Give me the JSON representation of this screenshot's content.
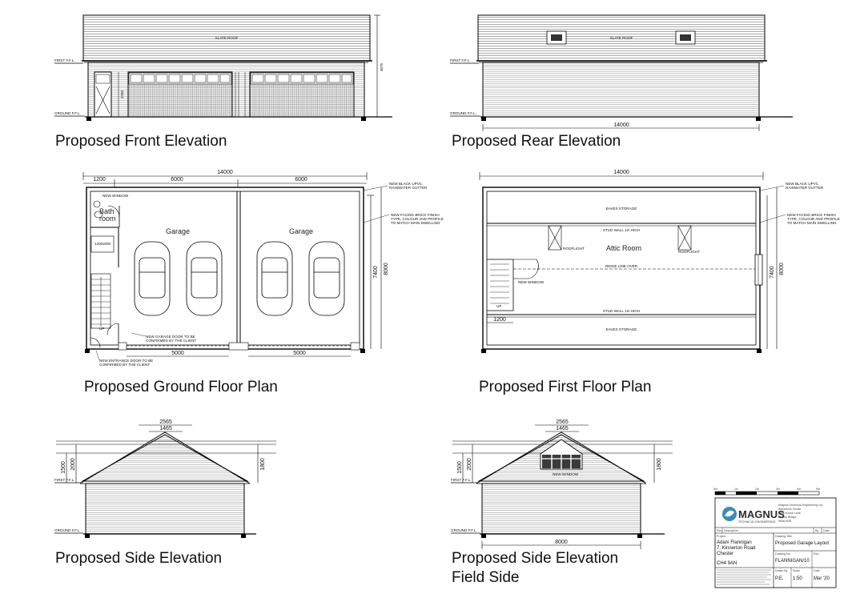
{
  "captions": {
    "front": "Proposed Front Elevation",
    "rear": "Proposed Rear Elevation",
    "ground": "Proposed Ground Floor Plan",
    "first": "Proposed First Floor Plan",
    "side": "Proposed Side Elevation",
    "side_field_1": "Proposed Side Elevation",
    "side_field_2": "Field Side"
  },
  "labels": {
    "slate_roof": "SLATE ROOF",
    "first_ffl": "FIRST F.F.L.",
    "ground_ffl": "GROUND F.F.L.",
    "garage": "Garage",
    "bath": "Bath",
    "room": "room",
    "attic_room": "Attic Room",
    "eaves_storage": "EAVES STORAGE",
    "stud_wall": "STUD WALL 1m HIGH",
    "ridge_line": "RIDGE LINE OVER",
    "new_window": "NEW WINDOW",
    "shower": "1200x800",
    "up": "UP",
    "garage_doors_1": "NEW GARAGE DOOR TO BE",
    "garage_doors_2": "CONFIRMED BY THE CLIENT",
    "entrance_door_1": "NEW ENTRANCE DOOR TO BE",
    "entrance_door_2": "CONFIRMED BY THE CLIENT",
    "gutter_1": "NEW BLACK UPVC",
    "gutter_2": "RAINWATER GUTTER",
    "facing_1": "NEW FACING BRICK FINISH",
    "facing_2": "TYPE, COLOUR AND PROFILE",
    "facing_3": "TO MATCH MAIN DWELLING",
    "velux": "ROOFLIGHT"
  },
  "dims": {
    "front_height": "4875",
    "front_door_h": "2250",
    "width": "14000",
    "d1200": "1200",
    "d6000a": "6000",
    "d6000b": "6000",
    "d5000a": "5000",
    "d5000b": "5000",
    "d7400": "7400",
    "d8000": "8000",
    "d2565": "2565",
    "d1465": "1465",
    "d1500": "1500",
    "d2000": "2000",
    "d1800": "1800"
  },
  "scale_bar": [
    "0m",
    "1m",
    "2m",
    "3m",
    "4m",
    "5m"
  ],
  "title_block": {
    "company": "MAGNUS",
    "company_sub": "TECHNICAL ENGINEERING",
    "address": [
      "Magnus Technical Engineering Ltd.",
      "Blackthorn House",
      "Stud House Lane",
      "Appley Bridge",
      "WN6 9DB"
    ],
    "rev_header": [
      "Rev.",
      "Description",
      "By",
      "Date"
    ],
    "project_label": "Project",
    "project": [
      "Adam Flannigan",
      "7, Kinnerton Road",
      "Chester",
      "",
      "CH4 9AN"
    ],
    "drawing_title_label": "Drawing Title",
    "drawing_title": "Proposed Garage Layout",
    "drawing_no_label": "Drawing No.",
    "drawing_no": "FLANNIGAN/10",
    "rev_label": "Rev.",
    "drawn_label": "Drawn By",
    "drawn": "P.E.",
    "scale_label": "Scale",
    "scale": "1:50",
    "date_label": "Date",
    "date": "Mar '20"
  }
}
